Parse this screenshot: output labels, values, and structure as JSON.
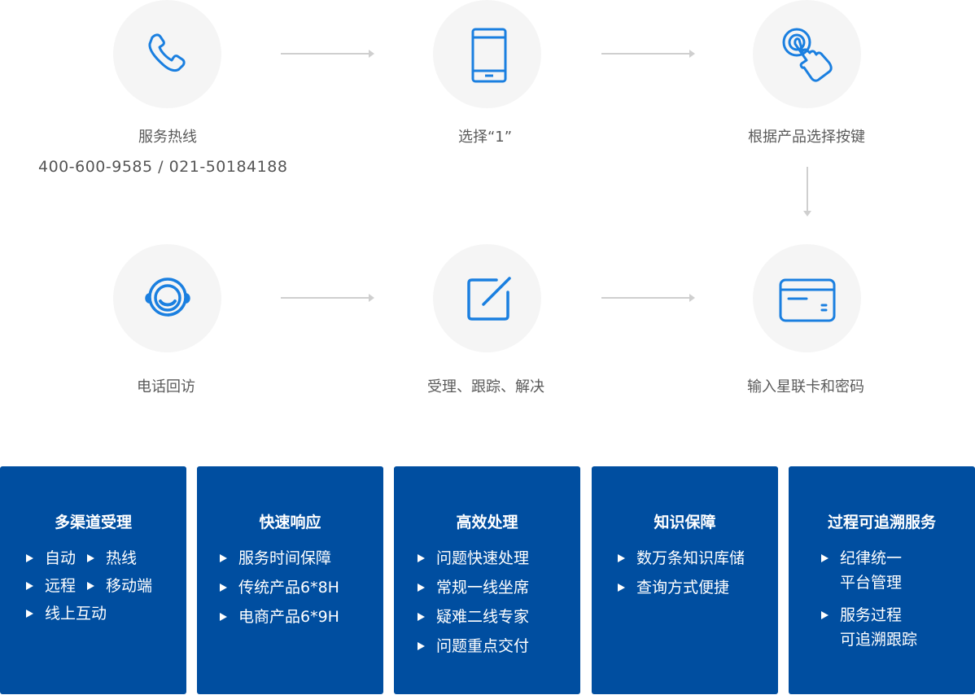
{
  "accent_color": "#1a7fe0",
  "card_color": "#004ea0",
  "steps": [
    {
      "icon": "phone-icon",
      "label": "服务热线",
      "sub": "400-600-9585 / 021-50184188"
    },
    {
      "icon": "mobile-icon",
      "label": "选择“1”"
    },
    {
      "icon": "touch-icon",
      "label": "根据产品选择按键"
    },
    {
      "icon": "card-icon",
      "label": "输入星联卡和密码"
    },
    {
      "icon": "edit-icon",
      "label": "受理、跟踪、解决"
    },
    {
      "icon": "headset-icon",
      "label": "电话回访"
    }
  ],
  "cards": [
    {
      "title": "多渠道受理",
      "rows": [
        [
          "自动",
          "热线"
        ],
        [
          "远程",
          "移动端"
        ],
        [
          "线上互动"
        ]
      ]
    },
    {
      "title": "快速响应",
      "items": [
        "服务时间保障",
        "传统产品6*8H",
        "电商产品6*9H"
      ]
    },
    {
      "title": "高效处理",
      "items": [
        "问题快速处理",
        "常规一线坐席",
        "疑难二线专家",
        "问题重点交付"
      ]
    },
    {
      "title": "知识保障",
      "items": [
        "数万条知识库储",
        "查询方式便捷"
      ]
    },
    {
      "title": "过程可追溯服务",
      "items": [
        [
          "纪律统一",
          "平台管理"
        ],
        [
          "服务过程",
          "可追溯跟踪"
        ]
      ]
    }
  ]
}
